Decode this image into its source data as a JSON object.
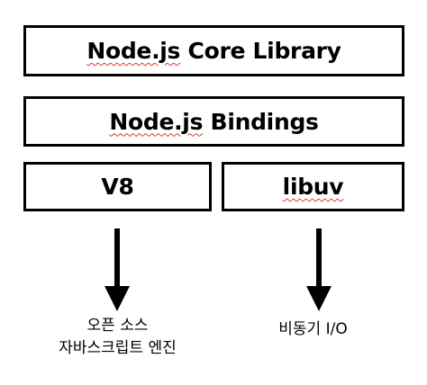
{
  "diagram": {
    "boxes": {
      "core": {
        "label_pre": "",
        "label_underlined": "Node.js",
        "label_post": " Core Library"
      },
      "bindings": {
        "label_pre": "",
        "label_underlined": "Node.js",
        "label_post": " Bindings"
      },
      "v8": {
        "label": "V8"
      },
      "libuv": {
        "label_underlined": "libuv"
      }
    },
    "captions": {
      "v8": {
        "line1": "오픈 소스",
        "line2": "자바스크립트 엔진"
      },
      "libuv": {
        "line1": "비동기 I/O"
      }
    },
    "colors": {
      "stroke": "#000000",
      "spellcheck_underline": "#e0342f",
      "background": "#ffffff"
    }
  }
}
